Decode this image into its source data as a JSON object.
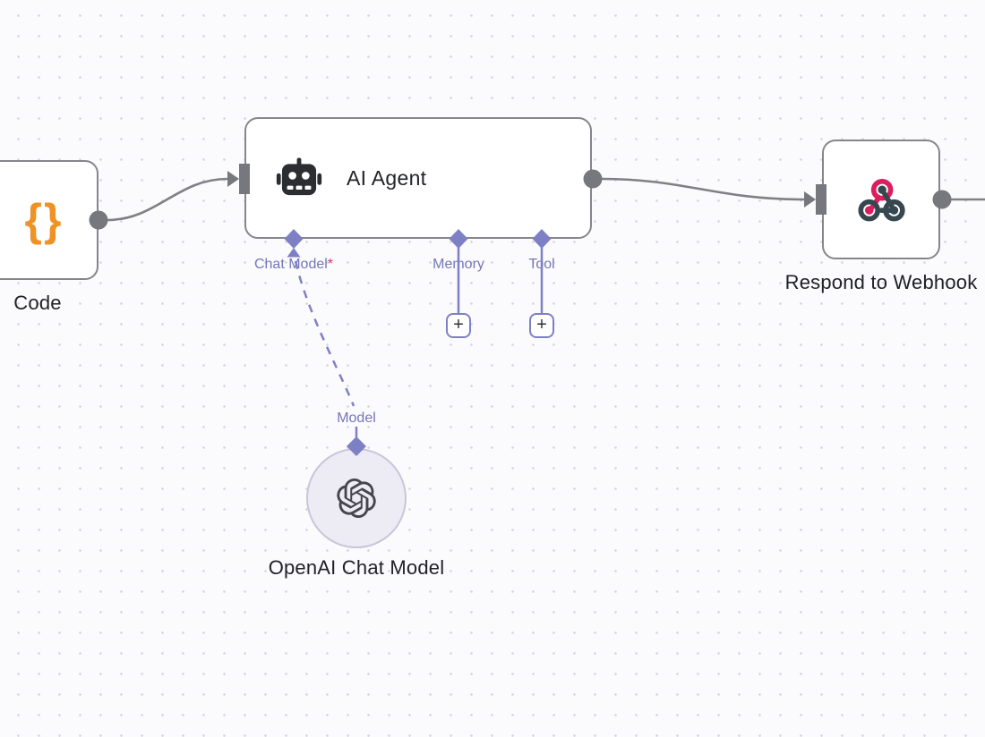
{
  "workflow": {
    "nodes": {
      "code": {
        "label": "Code",
        "icon_glyph": "{}"
      },
      "ai_agent": {
        "title": "AI Agent",
        "required_marker": "*",
        "inputs": {
          "chat_model": "Chat Model",
          "memory": "Memory",
          "tool": "Tool"
        },
        "add_button": "+"
      },
      "openai": {
        "label": "OpenAI Chat Model",
        "port_label": "Model"
      },
      "webhook": {
        "label": "Respond to Webhook"
      }
    },
    "colors": {
      "canvas_background": "#fbfafd",
      "canvas_dots": "#d8d5e2",
      "node_border": "#85868c",
      "wire_gray": "#7f8087",
      "endpoint_gray": "#77787e",
      "connector_purple": "#7e80c6",
      "port_label_purple": "#7577b7",
      "required_red": "#d63864",
      "code_icon_orange": "#ef9226",
      "webhook_icon_pink": "#de1d5f",
      "webhook_icon_dark": "#37474f",
      "icon_dark": "#2b2d31"
    }
  }
}
